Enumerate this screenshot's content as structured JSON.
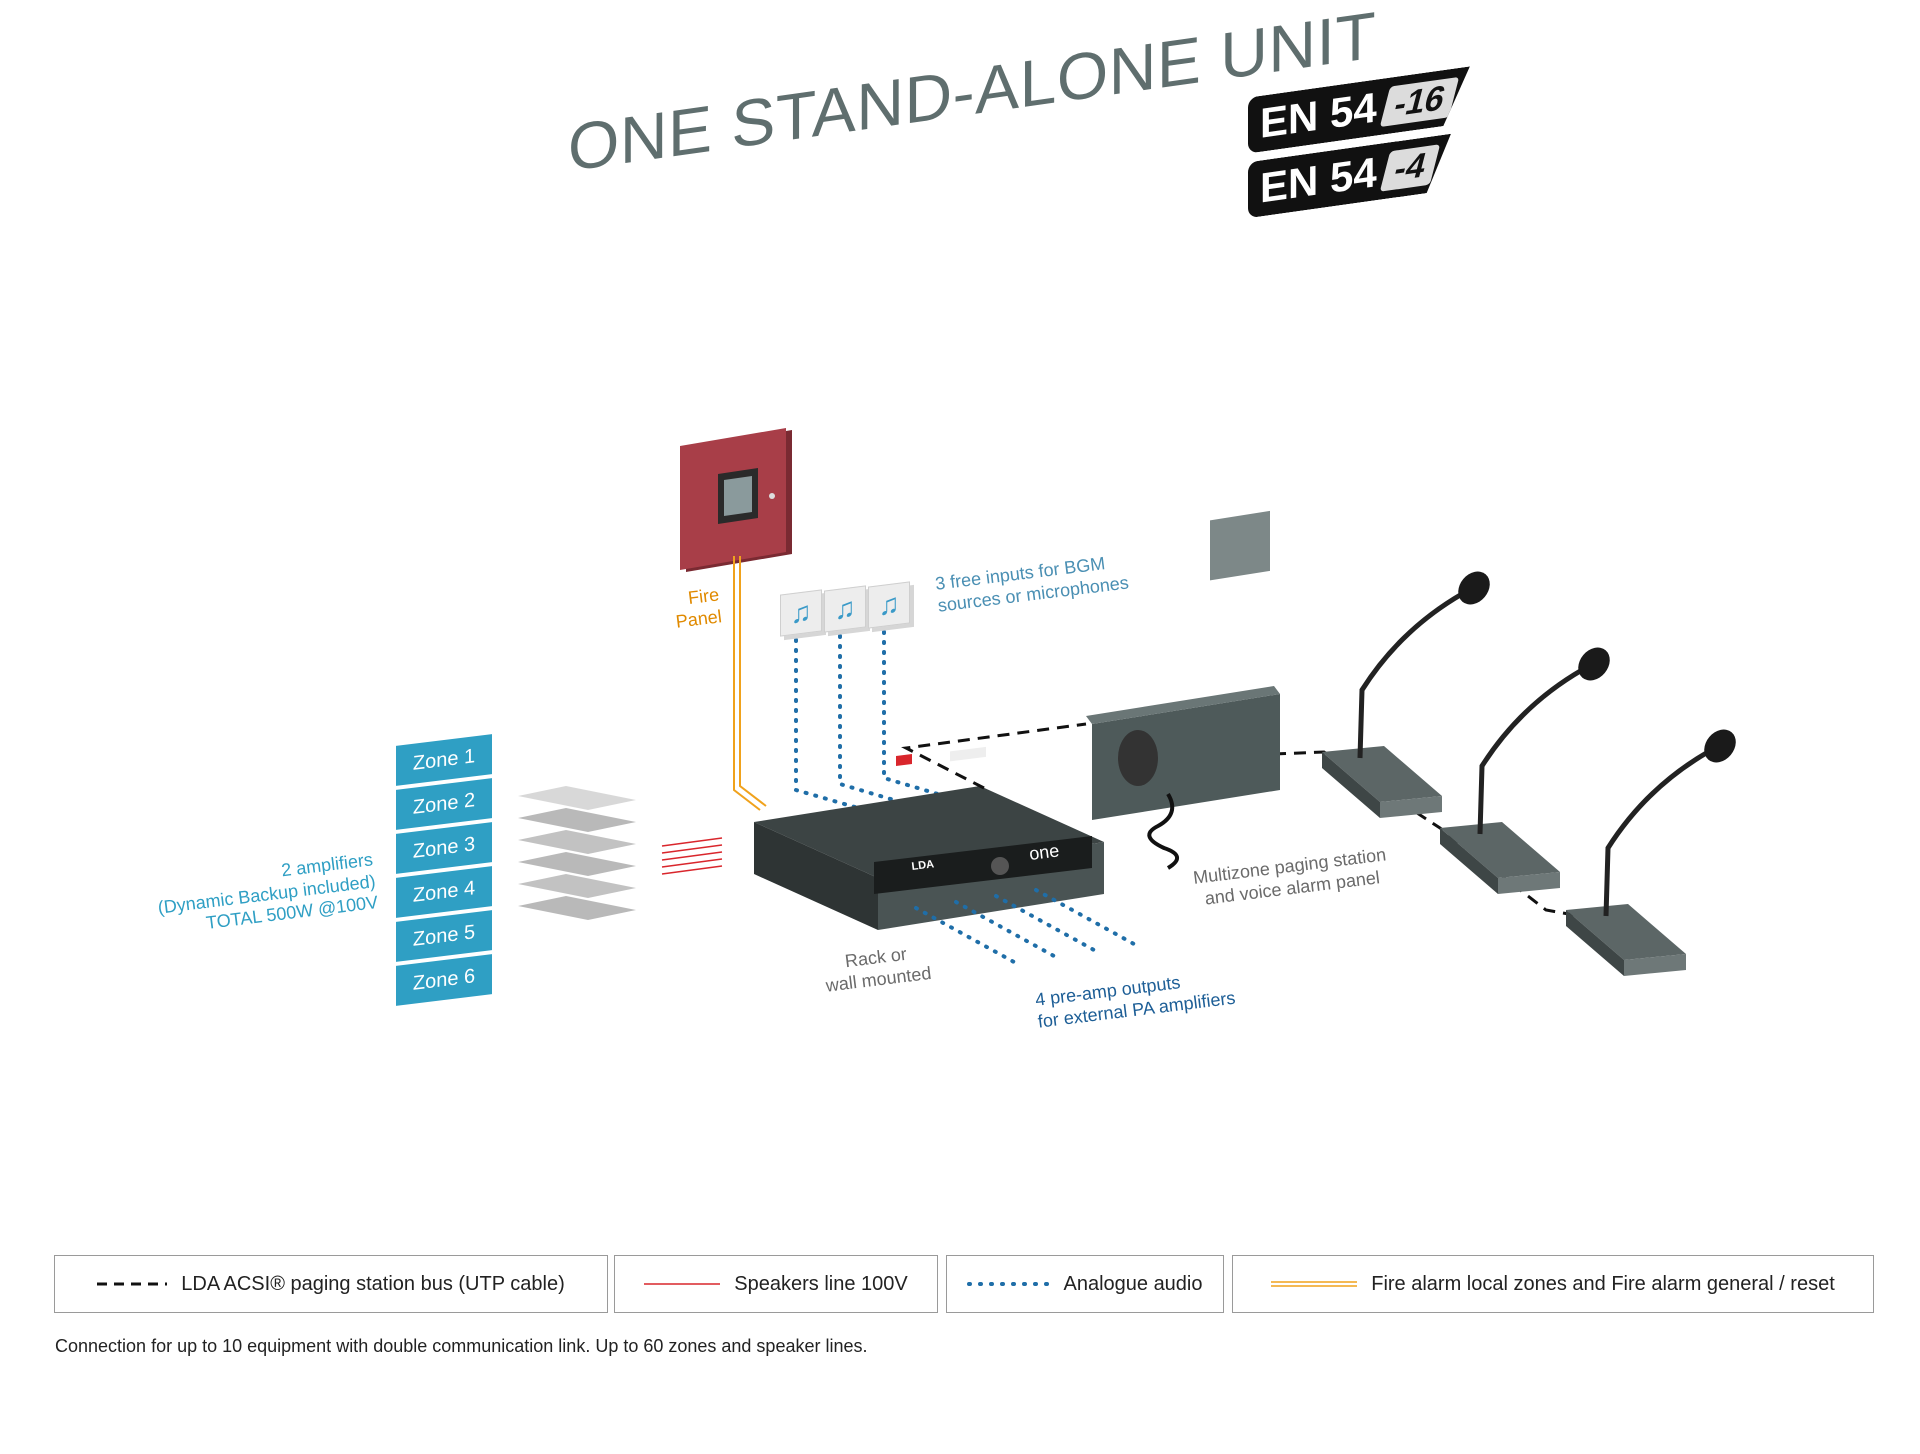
{
  "title": "ONE STAND-ALONE UNIT",
  "badges": [
    {
      "standard": "EN 54",
      "part": "-16"
    },
    {
      "standard": "EN 54",
      "part": "-4"
    }
  ],
  "fire_panel": {
    "label": "Fire\nPanel"
  },
  "bgm_inputs": {
    "label": "3 free inputs for BGM\nsources or microphones",
    "icons": [
      "music-note-icon",
      "music-note-icon",
      "music-note-icon"
    ]
  },
  "zones": [
    "Zone 1",
    "Zone 2",
    "Zone 3",
    "Zone 4",
    "Zone 5",
    "Zone 6"
  ],
  "amplifiers_label": "2 amplifiers\n(Dynamic Backup included)\nTOTAL 500W @100V",
  "main_unit": {
    "brand": "LDA",
    "model": "one",
    "label": "Rack or\nwall mounted"
  },
  "preamp_label": "4 pre-amp outputs\nfor external PA amplifiers",
  "alarm_panel_label": "Multizone paging station\nand voice alarm panel",
  "legend": [
    {
      "style": "dashed",
      "color": "#111111",
      "label": "LDA ACSI® paging station bus (UTP cable)"
    },
    {
      "style": "solid",
      "color": "#d9262c",
      "label": "Speakers line 100V"
    },
    {
      "style": "dotted",
      "color": "#1f6ea8",
      "label": "Analogue audio"
    },
    {
      "style": "double",
      "color": "#f0a21c",
      "label": "Fire alarm local zones and Fire alarm general / reset"
    }
  ],
  "footnote": "Connection for up to 10 equipment with double communication link. Up to 60 zones and speaker lines.",
  "colors": {
    "title": "#5f6e6e",
    "zone": "#2f9fc4",
    "fire_label": "#e08a00",
    "bgm_label": "#4a8fb3",
    "preamp_label": "#1d5e96",
    "device_dark": "#4e5a5a",
    "fire_panel": "#a83e48"
  }
}
